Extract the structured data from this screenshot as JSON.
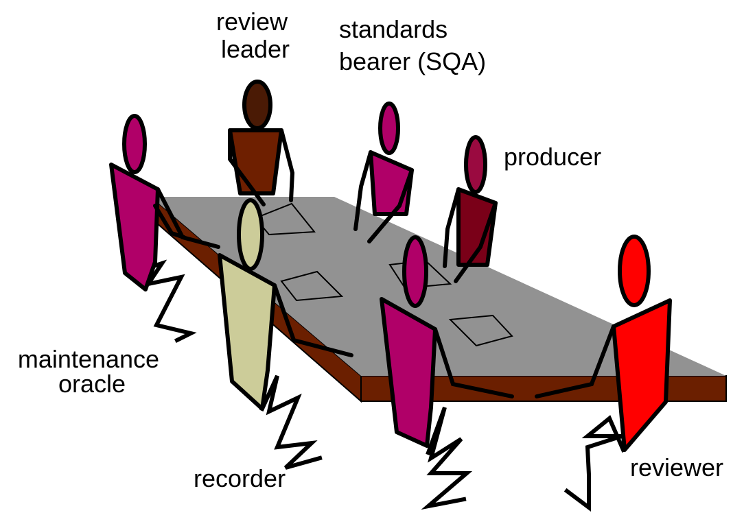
{
  "labels": {
    "review_leader": [
      "review",
      "leader"
    ],
    "standards_bearer": [
      "standards",
      "bearer (SQA)"
    ],
    "producer": "producer",
    "maintenance_oracle": [
      "maintenance",
      "oracle"
    ],
    "recorder": "recorder",
    "reviewer": "reviewer"
  },
  "colors": {
    "table_top": "#929292",
    "table_edge": "#6b1f00",
    "review_leader_head": "#4a1a05",
    "review_leader_body": "#6e1f00",
    "magenta_participant": "#b00068",
    "producer_head": "#9a0a40",
    "producer_body": "#7a0018",
    "recorder": "#cccc99",
    "reviewer": "#ff0000"
  }
}
